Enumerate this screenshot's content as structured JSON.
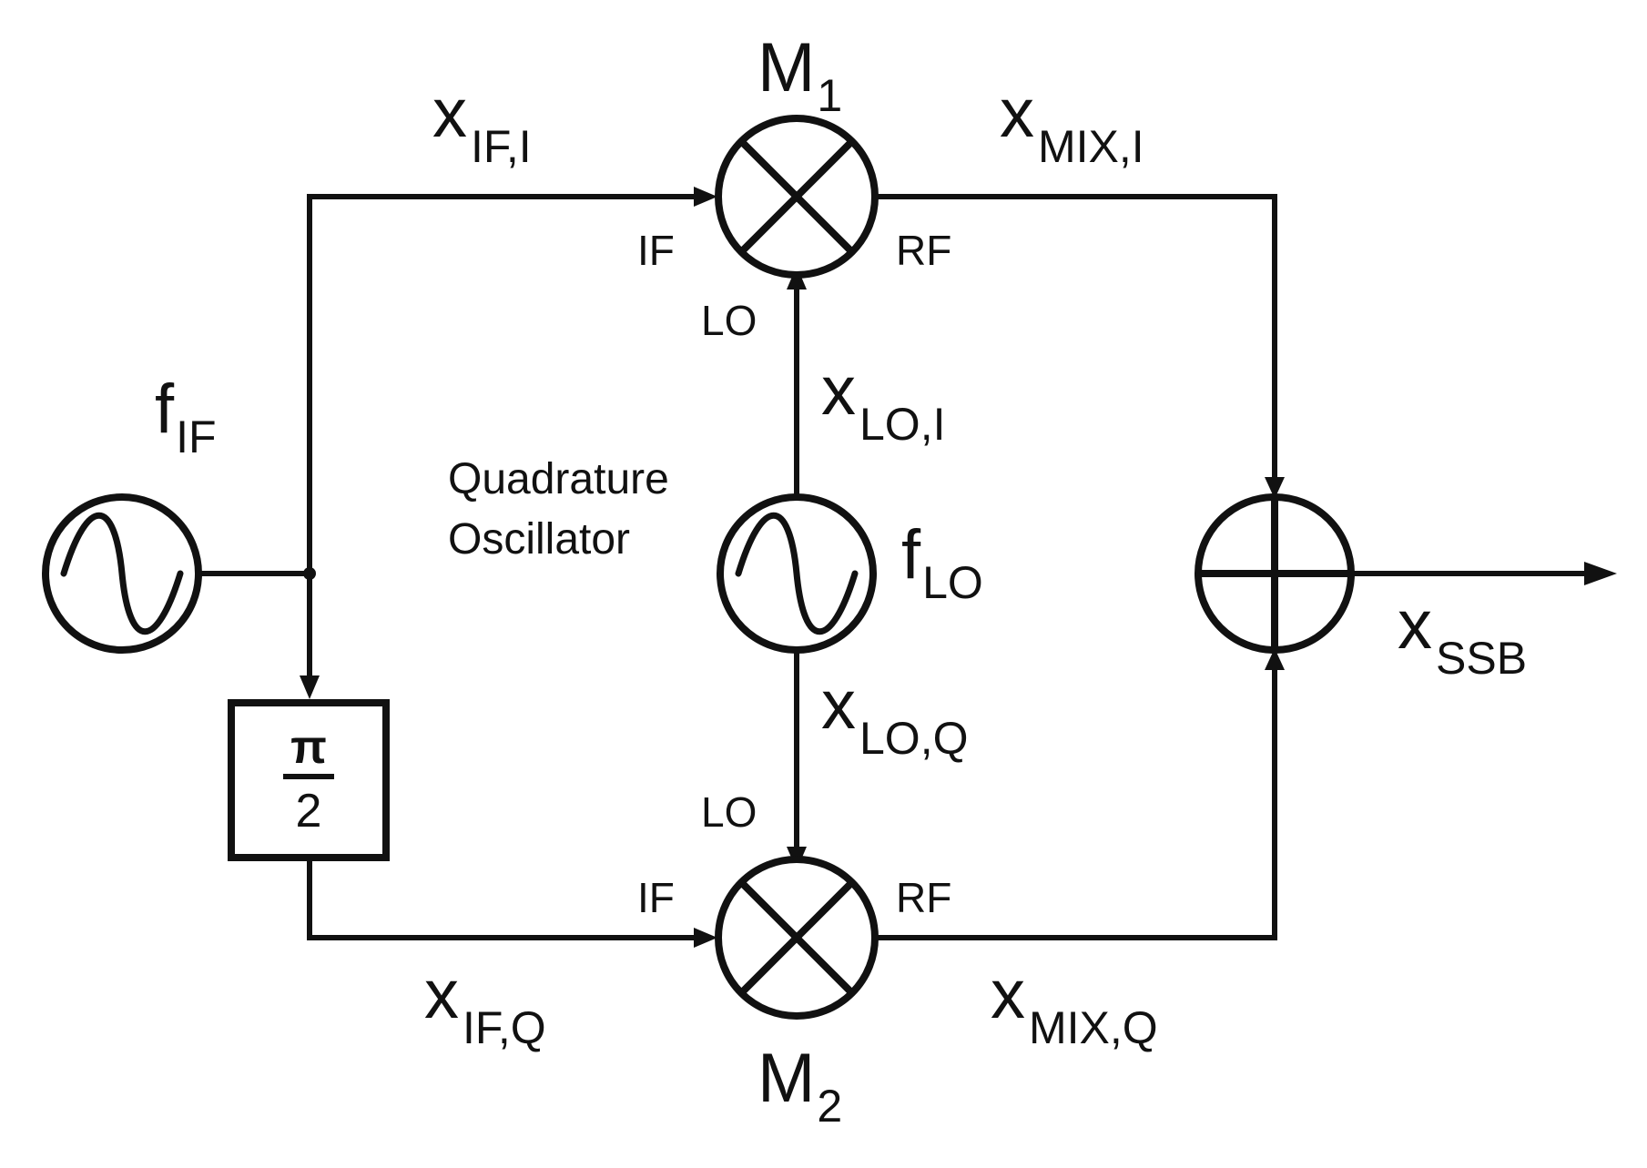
{
  "mixer_top": {
    "name": "M",
    "sub": "1",
    "ports": {
      "if": "IF",
      "rf": "RF",
      "lo": "LO"
    }
  },
  "mixer_bottom": {
    "name": "M",
    "sub": "2",
    "ports": {
      "if": "IF",
      "rf": "RF",
      "lo": "LO"
    }
  },
  "if_oscillator": {
    "name": "f",
    "sub": "IF"
  },
  "lo_oscillator": {
    "name": "f",
    "sub": "LO",
    "note_line1": "Quadrature",
    "note_line2": "Oscillator"
  },
  "phase_shifter": {
    "numerator": "π",
    "denominator": "2"
  },
  "signals": {
    "if_i": {
      "name": "x",
      "sub": "IF,I"
    },
    "if_q": {
      "name": "x",
      "sub": "IF,Q"
    },
    "lo_i": {
      "name": "x",
      "sub": "LO,I"
    },
    "lo_q": {
      "name": "x",
      "sub": "LO,Q"
    },
    "mix_i": {
      "name": "x",
      "sub": "MIX,I"
    },
    "mix_q": {
      "name": "x",
      "sub": "MIX,Q"
    },
    "ssb": {
      "name": "x",
      "sub": "SSB"
    }
  },
  "icons": {
    "mixer": "circle-cross-icon",
    "oscillator": "sine-wave-icon",
    "summer": "circle-plus-icon"
  }
}
